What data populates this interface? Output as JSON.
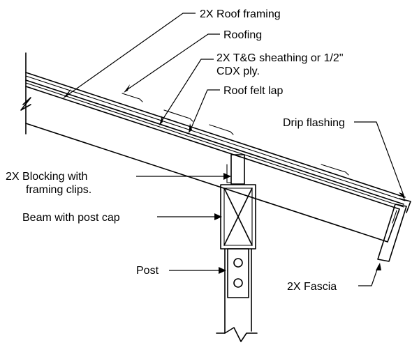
{
  "labels": {
    "roof_framing": "2X Roof framing",
    "roofing": "Roofing",
    "sheathing_line1": "2X T&G sheathing or 1/2\"",
    "sheathing_line2": "CDX ply.",
    "felt_lap": "Roof felt lap",
    "drip_flashing": "Drip flashing",
    "blocking_line1": "2X Blocking with",
    "blocking_line2": "framing clips.",
    "beam": "Beam with post cap",
    "post": "Post",
    "fascia": "2X Fascia"
  }
}
